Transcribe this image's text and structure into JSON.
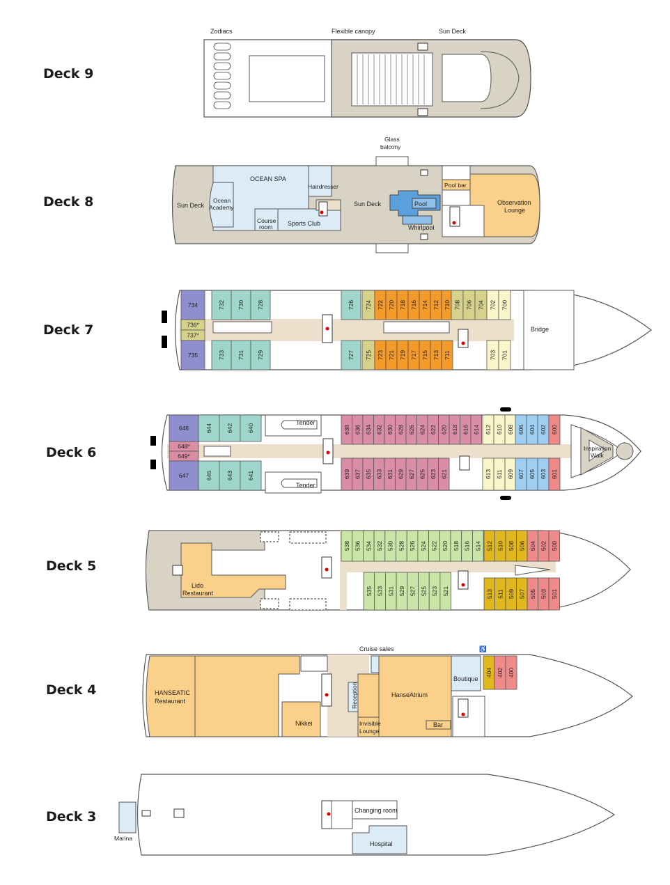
{
  "colors": {
    "beige": "#d8d3c5",
    "corridor": "#ecdfcc",
    "teal": "#9fd6cc",
    "purple": "#8f8fcf",
    "orange": "#f39a2a",
    "khaki": "#d6d28c",
    "lightyellow": "#fbf6c9",
    "pink": "#d98ea6",
    "blue": "#9ecff2",
    "red": "#f08a8a",
    "lightgreen": "#c9e6a6",
    "mustard": "#e0b81e",
    "peach": "#fbd08a",
    "lightblue": "#dcecf6",
    "poolblue": "#5aa0dc"
  },
  "decks": {
    "d9": {
      "label": "Deck 9",
      "zodiacs": "Zodiacs",
      "canopy": "Flexible canopy",
      "sundeck": "Sun Deck"
    },
    "d8": {
      "label": "Deck 8",
      "sundeck_aft": "Sun Deck",
      "spa": "OCEAN SPA",
      "academy1": "Ocean",
      "academy2": "Academy",
      "hair": "Hairdresser",
      "course1": "Course",
      "course2": "room",
      "sports": "Sports Club",
      "sundeck_mid": "Sun Deck",
      "pool": "Pool",
      "whirl": "Whirlpool",
      "poolbar": "Pool bar",
      "obs1": "Observation",
      "obs2": "Lounge",
      "glass1": "Glass",
      "glass2": "balcony"
    },
    "d7": {
      "label": "Deck 7",
      "bridge": "Bridge",
      "cabins": [
        "734",
        "736*",
        "737*",
        "735",
        "732",
        "730",
        "728",
        "733",
        "731",
        "729",
        "726",
        "727",
        "724",
        "725",
        "722",
        "720",
        "718",
        "716",
        "714",
        "712",
        "710",
        "723",
        "721",
        "719",
        "717",
        "715",
        "713",
        "711",
        "708",
        "706",
        "704",
        "702",
        "700",
        "703",
        "701"
      ]
    },
    "d6": {
      "label": "Deck 6",
      "tender": "Tender",
      "walk1": "Inspiration",
      "walk2": "Walk",
      "cabins": [
        "646",
        "648*",
        "649*",
        "647",
        "644",
        "642",
        "640",
        "645",
        "643",
        "641",
        "638",
        "636",
        "634",
        "632",
        "630",
        "628",
        "626",
        "624",
        "622",
        "620",
        "618",
        "616",
        "614",
        "639",
        "637",
        "635",
        "633",
        "631",
        "629",
        "627",
        "625",
        "623",
        "621",
        "612",
        "610",
        "608",
        "613",
        "611",
        "609",
        "606",
        "604",
        "602",
        "600",
        "607",
        "605",
        "603",
        "601"
      ]
    },
    "d5": {
      "label": "Deck 5",
      "lido1": "Lido",
      "lido2": "Restaurant",
      "cabins": [
        "538",
        "536",
        "534",
        "532",
        "530",
        "528",
        "526",
        "524",
        "522",
        "520",
        "518",
        "516",
        "514",
        "535",
        "533",
        "531",
        "529",
        "527",
        "525",
        "523",
        "521",
        "512",
        "510",
        "508",
        "506",
        "504",
        "502",
        "500",
        "513",
        "511",
        "509",
        "507",
        "505",
        "503",
        "501"
      ]
    },
    "d4": {
      "label": "Deck 4",
      "hans1": "HANSEATIC",
      "hans2": "Restaurant",
      "nikkei": "Nikkei",
      "cruise": "Cruise sales",
      "reception": "Reception",
      "invis1": "Invisible",
      "invis2": "Lounge",
      "atrium": "HanseAtrium",
      "bar": "Bar",
      "boutique": "Boutique",
      "cabins": [
        "404",
        "402",
        "400"
      ]
    },
    "d3": {
      "label": "Deck 3",
      "marina": "Marina",
      "changing": "Changing room",
      "hospital": "Hospital"
    }
  }
}
